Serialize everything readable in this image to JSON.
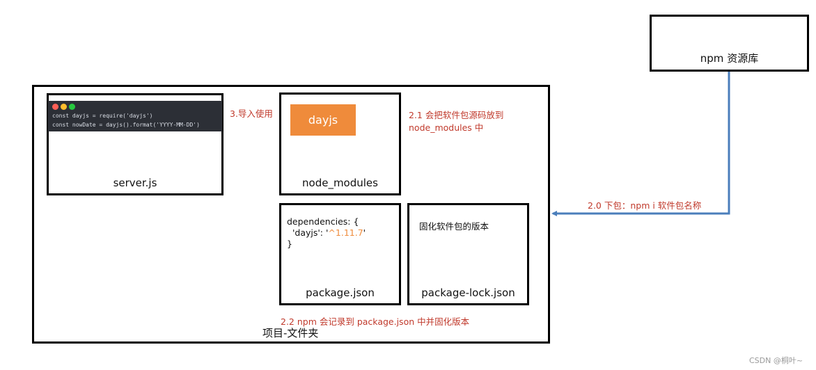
{
  "nodes": {
    "npm_repo": "npm 资源库",
    "project_folder": "项目-文件夹",
    "server_js": "server.js",
    "node_modules": "node_modules",
    "dayjs_package": "dayjs",
    "package_json": "package.json",
    "package_lock_json": "package-lock.json"
  },
  "code": {
    "line1": "const dayjs = require('dayjs')",
    "line2": "const nowDate = dayjs().format('YYYY-MM-DD')"
  },
  "package_json_content": {
    "line1": "dependencies: {",
    "line2_key": "  'dayjs': '",
    "line2_value": "^1.11.7",
    "line2_end": "'",
    "line3": "}"
  },
  "package_lock_note": "固化软件包的版本",
  "annotations": {
    "step_2_0": "2.0 下包：npm i 软件包名称",
    "step_2_1_line1": "2.1 会把软件包源码放到",
    "step_2_1_line2": "node_modules 中",
    "step_2_2": "2.2 npm 会记录到 package.json 中并固化版本",
    "step_3": "3.导入使用"
  },
  "watermark": "CSDN @桐叶~",
  "colors": {
    "arrow": "#4a7ebb",
    "annotation_red": "#c0392b",
    "package_orange": "#ef8b3b",
    "code_bg": "#2c2f36"
  }
}
